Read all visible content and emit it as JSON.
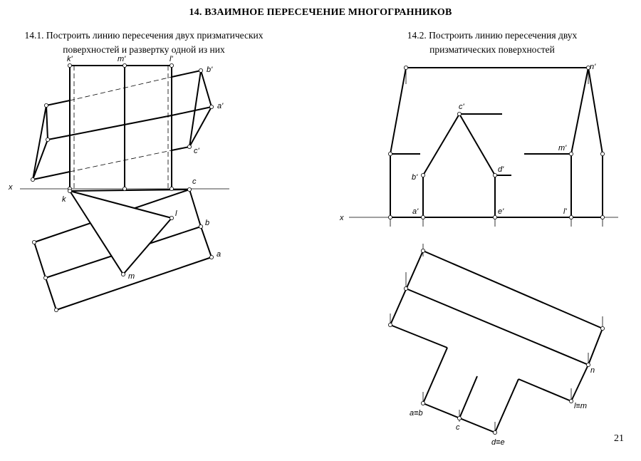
{
  "header": {
    "title": "14. ВЗАИМНОЕ ПЕРЕСЕЧЕНИЕ МНОГОГРАННИКОВ"
  },
  "task1": {
    "line1": "14.1. Построить линию пересечения двух призматических",
    "line2": "поверхностей и развертку одной из них",
    "labels": {
      "k_prime": "k'",
      "m_prime": "m'",
      "l_prime": "l'",
      "b_prime": "b'",
      "a_prime": "a'",
      "c_prime": "c'",
      "x": "x",
      "k": "k",
      "c": "c",
      "l": "l",
      "b": "b",
      "a": "a",
      "m": "m"
    }
  },
  "task2": {
    "line1": "14.2. Построить линию пересечения двух",
    "line2": "призматических поверхностей",
    "labels": {
      "n_prime": "n'",
      "c_prime": "c'",
      "m_prime": "m'",
      "b_prime": "b'",
      "d_prime": "d'",
      "a_prime": "a'",
      "e_prime": "e'",
      "l_prime": "l'",
      "x": "x",
      "n": "n",
      "a_eq_b": "a≡b",
      "l_eq_m": "l≡m",
      "c": "c",
      "d_eq_e": "d≡e"
    }
  },
  "footer": {
    "page_number": "21"
  }
}
